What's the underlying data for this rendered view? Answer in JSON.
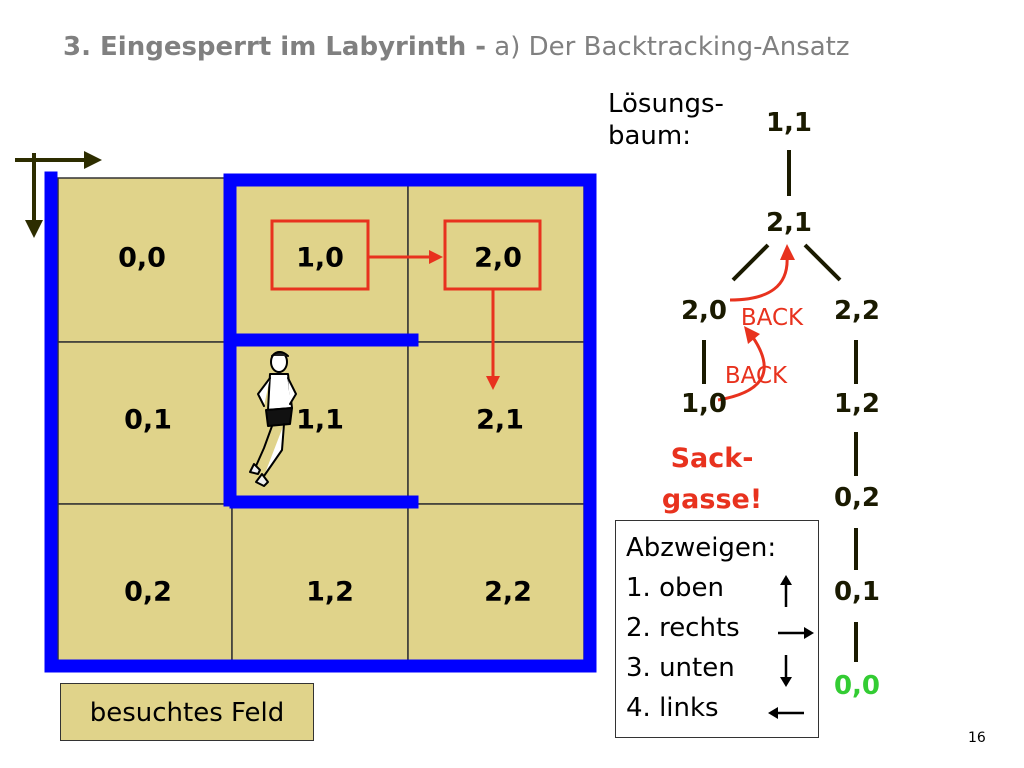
{
  "title": {
    "bold": "3. Eingesperrt im Labyrinth -",
    "normal": " a) Der Backtracking-Ansatz"
  },
  "maze": {
    "cells": [
      {
        "label": "0,0"
      },
      {
        "label": "1,0"
      },
      {
        "label": "2,0"
      },
      {
        "label": "0,1"
      },
      {
        "label": "1,1"
      },
      {
        "label": "2,1"
      },
      {
        "label": "0,2"
      },
      {
        "label": "1,2"
      },
      {
        "label": "2,2"
      }
    ],
    "cell_color": "#e0d38a",
    "wall_color": "#0000ff",
    "path_color": "#e8321e",
    "visited_label": "besuchtes Feld"
  },
  "tree": {
    "title_line1": "Lösungs-",
    "title_line2": "baum:",
    "nodes": {
      "n11": "1,1",
      "n21": "2,1",
      "n20": "2,0",
      "n22": "2,2",
      "n10": "1,0",
      "n12": "1,2",
      "n02": "0,2",
      "n01": "0,1",
      "n00": "0,0"
    },
    "back_labels": [
      "BACK",
      "BACK"
    ],
    "dead_end_line1": "Sack-",
    "dead_end_line2": "gasse!",
    "goal_color": "#33cc33"
  },
  "directions": {
    "heading": "Abzweigen:",
    "items": [
      {
        "label": "1. oben",
        "icon": "arrow-up-icon"
      },
      {
        "label": "2. rechts",
        "icon": "arrow-right-icon"
      },
      {
        "label": "3. unten",
        "icon": "arrow-down-icon"
      },
      {
        "label": "4. links",
        "icon": "arrow-left-icon"
      }
    ]
  },
  "page_number": "16"
}
